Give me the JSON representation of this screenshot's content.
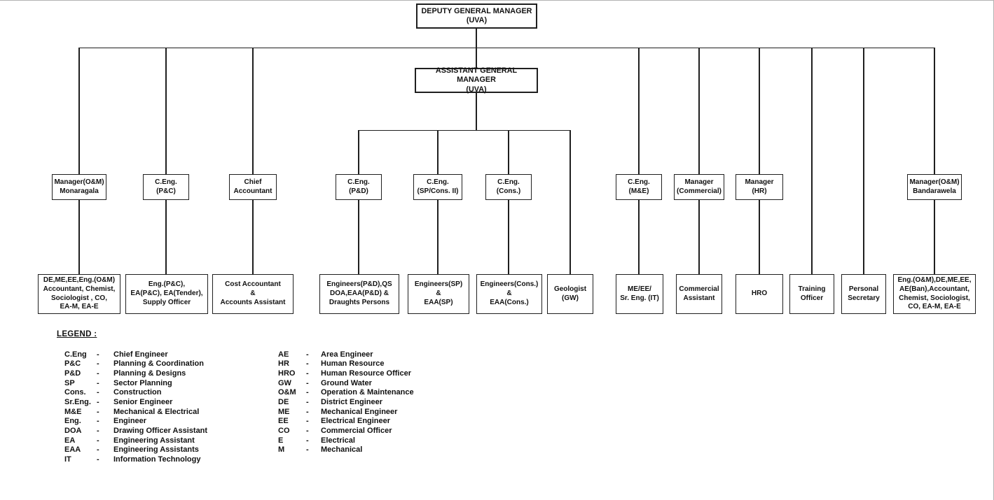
{
  "org": {
    "deputy_gm": "DEPUTY GENERAL MANAGER\n(UVA)",
    "assistant_gm": "ASSISTANT GENERAL MANAGER\n(UVA)",
    "mid": [
      {
        "label": "Manager(O&M)\nMonaragala"
      },
      {
        "label": "C.Eng.\n(P&C)"
      },
      {
        "label": "Chief\nAccountant"
      },
      {
        "label": "C.Eng.\n(P&D)"
      },
      {
        "label": "C.Eng.\n(SP/Cons. II)"
      },
      {
        "label": "C.Eng.\n(Cons.)"
      },
      {
        "label": "C.Eng.\n(M&E)"
      },
      {
        "label": "Manager\n(Commercial)"
      },
      {
        "label": "Manager\n(HR)"
      },
      {
        "label": "Manager(O&M)\nBandarawela"
      }
    ],
    "bottom": [
      {
        "label": "DE,ME,EE,Eng.(O&M)\nAccountant, Chemist,\nSociologist , CO,\nEA-M, EA-E"
      },
      {
        "label": "Eng.(P&C),\nEA(P&C), EA(Tender),\nSupply Officer"
      },
      {
        "label": "Cost Accountant\n&\nAccounts Assistant"
      },
      {
        "label": "Engineers(P&D),QS\nDOA,EAA(P&D) &\nDraughts Persons"
      },
      {
        "label": "Engineers(SP)\n&\nEAA(SP)"
      },
      {
        "label": "Engineers(Cons.)\n&\nEAA(Cons.)"
      },
      {
        "label": "Geologist\n(GW)"
      },
      {
        "label": "ME/EE/\nSr. Eng. (IT)"
      },
      {
        "label": "Commercial\nAssistant"
      },
      {
        "label": "HRO"
      },
      {
        "label": "Training\nOfficer"
      },
      {
        "label": "Personal\nSecretary"
      },
      {
        "label": "Eng.(O&M),DE,ME,EE,\nAE(Ban),Accountant,\nChemist, Sociologist,\nCO, EA-M, EA-E"
      }
    ]
  },
  "legend": {
    "title": "LEGEND :",
    "dash": "-",
    "left": [
      {
        "abbr": "C.Eng",
        "desc": "Chief Engineer"
      },
      {
        "abbr": "P&C",
        "desc": "Planning & Coordination"
      },
      {
        "abbr": "P&D",
        "desc": "Planning & Designs"
      },
      {
        "abbr": "SP",
        "desc": "Sector Planning"
      },
      {
        "abbr": "Cons.",
        "desc": "Construction"
      },
      {
        "abbr": "Sr.Eng.",
        "desc": "Senior Engineer"
      },
      {
        "abbr": "M&E",
        "desc": "Mechanical & Electrical"
      },
      {
        "abbr": "Eng.",
        "desc": "Engineer"
      },
      {
        "abbr": "DOA",
        "desc": "Drawing Officer Assistant"
      },
      {
        "abbr": "EA",
        "desc": "Engineering Assistant"
      },
      {
        "abbr": "EAA",
        "desc": "Engineering Assistants"
      },
      {
        "abbr": "IT",
        "desc": "Information Technology"
      }
    ],
    "right": [
      {
        "abbr": "AE",
        "desc": "Area Engineer"
      },
      {
        "abbr": "HR",
        "desc": "Human Resource"
      },
      {
        "abbr": "HRO",
        "desc": "Human Resource Officer"
      },
      {
        "abbr": "GW",
        "desc": "Ground Water"
      },
      {
        "abbr": "O&M",
        "desc": "Operation & Maintenance"
      },
      {
        "abbr": "DE",
        "desc": "District Engineer"
      },
      {
        "abbr": "ME",
        "desc": "Mechanical Engineer"
      },
      {
        "abbr": "EE",
        "desc": "Electrical Engineer"
      },
      {
        "abbr": "CO",
        "desc": "Commercial Officer"
      },
      {
        "abbr": "E",
        "desc": "Electrical"
      },
      {
        "abbr": "M",
        "desc": "Mechanical"
      }
    ]
  },
  "colors": {
    "line": "#1f1f1f",
    "box_border": "#1f1f1f",
    "background": "#ffffff",
    "page_edge": "#b3b3b3"
  }
}
